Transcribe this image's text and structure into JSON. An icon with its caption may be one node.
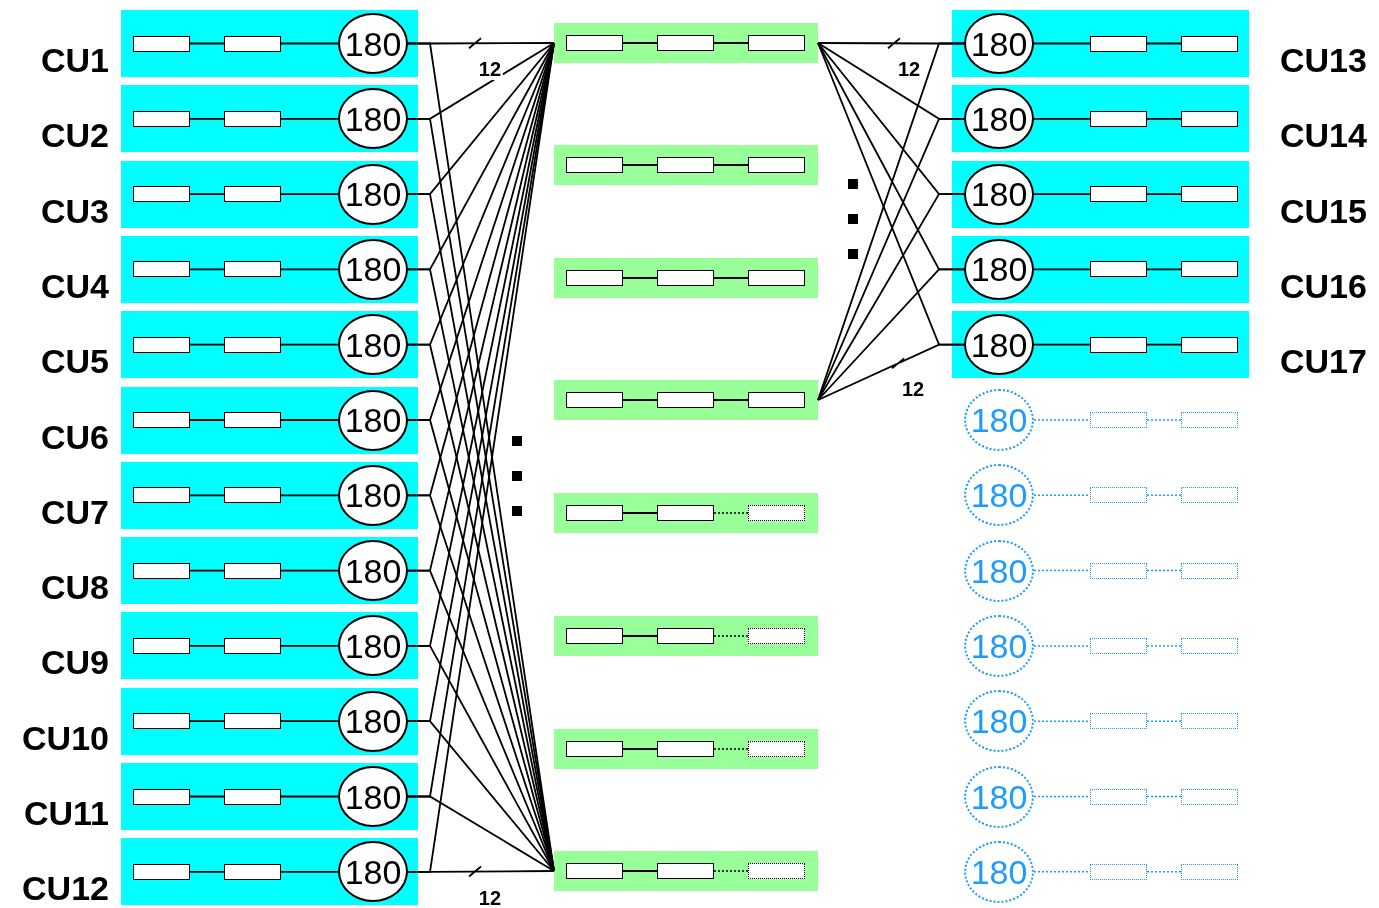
{
  "diagram": {
    "nodes": [
      {
        "text": [
          "CU1"
        ]
      },
      {
        "text": [],
        "shape": "box",
        "in": 0
      },
      {
        "text": [],
        "shape": "box",
        "in": 0
      },
      {
        "text": [
          "180"
        ],
        "in": 0
      },
      {
        "text": [
          "CU2"
        ]
      },
      {
        "text": [],
        "shape": "box",
        "in": 4
      },
      {
        "text": [],
        "shape": "box",
        "in": 4
      },
      {
        "text": [
          "180"
        ],
        "in": 4
      },
      {
        "text": [
          "CU3"
        ]
      },
      {
        "text": [],
        "shape": "box",
        "in": 8
      },
      {
        "text": [],
        "shape": "box",
        "in": 8
      },
      {
        "text": [
          "180"
        ],
        "in": 8
      },
      {
        "text": [
          "CU4"
        ]
      },
      {
        "text": [],
        "shape": "box",
        "in": 12
      },
      {
        "text": [],
        "shape": "box",
        "in": 12
      },
      {
        "text": [
          "180"
        ],
        "in": 12
      },
      {
        "text": [
          "CU5"
        ]
      },
      {
        "text": [],
        "shape": "box",
        "in": 16
      },
      {
        "text": [],
        "shape": "box",
        "in": 16
      },
      {
        "text": [
          "180"
        ],
        "in": 16
      },
      {
        "text": [
          "CU6"
        ]
      },
      {
        "text": [],
        "shape": "box",
        "in": 20
      },
      {
        "text": [],
        "shape": "box",
        "in": 20
      },
      {
        "text": [
          "180"
        ],
        "in": 20
      },
      {
        "text": [
          "CU7"
        ]
      },
      {
        "text": [],
        "shape": "box",
        "in": 24
      },
      {
        "text": [],
        "shape": "box",
        "in": 24
      },
      {
        "text": [
          "180"
        ],
        "in": 24
      },
      {
        "text": [
          "CU8"
        ]
      },
      {
        "text": [],
        "shape": "box",
        "in": 28
      },
      {
        "text": [],
        "shape": "box",
        "in": 28
      },
      {
        "text": [
          "180"
        ],
        "in": 28
      },
      {
        "text": [
          "CU9"
        ]
      },
      {
        "text": [],
        "shape": "box",
        "in": 32
      },
      {
        "text": [],
        "shape": "box",
        "in": 32
      },
      {
        "text": [
          "180"
        ],
        "in": 32
      },
      {
        "text": [
          "CU10"
        ]
      },
      {
        "text": [],
        "shape": "box",
        "in": 36
      },
      {
        "text": [],
        "shape": "box",
        "in": 36
      },
      {
        "text": [
          "180"
        ],
        "in": 36
      },
      {
        "text": [
          "CU11"
        ]
      },
      {
        "text": [],
        "shape": "box",
        "in": 40
      },
      {
        "text": [],
        "shape": "box",
        "in": 40
      },
      {
        "text": [
          "180"
        ],
        "in": 40
      },
      {
        "text": [
          "CU12"
        ]
      },
      {
        "text": [],
        "shape": "box",
        "in": 44
      },
      {
        "text": [],
        "shape": "box",
        "in": 44
      },
      {
        "text": [
          "180"
        ],
        "in": 44
      },
      {
        "text": [],
        "shape": "box"
      },
      {
        "text": [],
        "shape": "box",
        "in": 48
      },
      {
        "text": [],
        "shape": "box",
        "in": 48
      },
      {
        "text": [],
        "shape": "box",
        "in": 48
      },
      {
        "text": [],
        "shape": "box"
      },
      {
        "text": [],
        "shape": "box",
        "in": 52
      },
      {
        "text": [],
        "shape": "box",
        "in": 52
      },
      {
        "text": [],
        "shape": "box",
        "in": 52
      },
      {
        "text": [],
        "shape": "box"
      },
      {
        "text": [],
        "shape": "box",
        "in": 56
      },
      {
        "text": [],
        "shape": "box",
        "in": 56
      },
      {
        "text": [],
        "shape": "box",
        "in": 56
      },
      {
        "text": [],
        "shape": "box"
      },
      {
        "text": [],
        "shape": "box",
        "in": 60
      },
      {
        "text": [],
        "shape": "box",
        "in": 60
      },
      {
        "text": [],
        "shape": "box",
        "in": 60
      },
      {
        "text": [],
        "shape": "box"
      },
      {
        "text": [],
        "shape": "box",
        "in": 64
      },
      {
        "text": [],
        "shape": "box",
        "in": 64
      },
      {
        "text": [],
        "shape": "box",
        "in": 64
      },
      {
        "text": [],
        "shape": "box"
      },
      {
        "text": [],
        "shape": "box",
        "in": 68
      },
      {
        "text": [],
        "shape": "box",
        "in": 68
      },
      {
        "text": [],
        "shape": "box",
        "in": 68
      },
      {
        "text": [],
        "shape": "box"
      },
      {
        "text": [],
        "shape": "box",
        "in": 72
      },
      {
        "text": [],
        "shape": "box",
        "in": 72
      },
      {
        "text": [],
        "shape": "box",
        "in": 72
      },
      {
        "text": [],
        "shape": "box"
      },
      {
        "text": [],
        "shape": "box",
        "in": 76
      },
      {
        "text": [],
        "shape": "box",
        "in": 76
      },
      {
        "text": [],
        "shape": "box",
        "in": 76
      },
      {
        "text": [
          "CU13"
        ]
      },
      {
        "text": [
          "180"
        ],
        "in": 80
      },
      {
        "text": [],
        "shape": "box",
        "in": 80
      },
      {
        "text": [],
        "shape": "box",
        "in": 80
      },
      {
        "text": [
          "CU14"
        ]
      },
      {
        "text": [
          "180"
        ],
        "in": 84
      },
      {
        "text": [],
        "shape": "box",
        "in": 84
      },
      {
        "text": [],
        "shape": "box",
        "in": 84
      },
      {
        "text": [
          "CU15"
        ]
      },
      {
        "text": [
          "180"
        ],
        "in": 88
      },
      {
        "text": [],
        "shape": "box",
        "in": 88
      },
      {
        "text": [],
        "shape": "box",
        "in": 88
      },
      {
        "text": [
          "CU16"
        ]
      },
      {
        "text": [
          "180"
        ],
        "in": 92
      },
      {
        "text": [],
        "shape": "box",
        "in": 92
      },
      {
        "text": [],
        "shape": "box",
        "in": 92
      },
      {
        "text": [
          "CU17"
        ]
      },
      {
        "text": [
          "180"
        ],
        "in": 96
      },
      {
        "text": [],
        "shape": "box",
        "in": 96
      },
      {
        "text": [],
        "shape": "box",
        "in": 96
      },
      {
        "text": [
          "180"
        ]
      },
      {
        "text": [],
        "shape": "box"
      },
      {
        "text": [],
        "shape": "box"
      },
      {
        "text": [
          "180"
        ]
      },
      {
        "text": [],
        "shape": "box"
      },
      {
        "text": [],
        "shape": "box"
      },
      {
        "text": [
          "180"
        ]
      },
      {
        "text": [],
        "shape": "box"
      },
      {
        "text": [],
        "shape": "box"
      },
      {
        "text": [
          "180"
        ]
      },
      {
        "text": [],
        "shape": "box"
      },
      {
        "text": [],
        "shape": "box"
      },
      {
        "text": [
          "180"
        ]
      },
      {
        "text": [],
        "shape": "box"
      },
      {
        "text": [],
        "shape": "box"
      },
      {
        "text": [
          "180"
        ]
      },
      {
        "text": [],
        "shape": "box"
      },
      {
        "text": [],
        "shape": "box"
      },
      {
        "text": [
          "180"
        ]
      },
      {
        "text": [],
        "shape": "box"
      },
      {
        "text": [],
        "shape": "box"
      }
    ],
    "edges": [
      {
        "from": 1,
        "to": 2,
        "arrow": "none"
      },
      {
        "from": 2,
        "to": 3,
        "arrow": "none"
      },
      {
        "from": 5,
        "to": 6,
        "arrow": "none"
      },
      {
        "from": 6,
        "to": 7,
        "arrow": "none"
      },
      {
        "from": 9,
        "to": 10,
        "arrow": "none"
      },
      {
        "from": 10,
        "to": 11,
        "arrow": "none"
      },
      {
        "from": 13,
        "to": 14,
        "arrow": "none"
      },
      {
        "from": 14,
        "to": 15,
        "arrow": "none"
      },
      {
        "from": 17,
        "to": 18,
        "arrow": "none"
      },
      {
        "from": 18,
        "to": 19,
        "arrow": "none"
      },
      {
        "from": 21,
        "to": 22,
        "arrow": "none"
      },
      {
        "from": 22,
        "to": 23,
        "arrow": "none"
      },
      {
        "from": 25,
        "to": 26,
        "arrow": "none"
      },
      {
        "from": 26,
        "to": 27,
        "arrow": "none"
      },
      {
        "from": 29,
        "to": 30,
        "arrow": "none"
      },
      {
        "from": 30,
        "to": 31,
        "arrow": "none"
      },
      {
        "from": 33,
        "to": 34,
        "arrow": "none"
      },
      {
        "from": 34,
        "to": 35,
        "arrow": "none"
      },
      {
        "from": 37,
        "to": 38,
        "arrow": "none"
      },
      {
        "from": 38,
        "to": 39,
        "arrow": "none"
      },
      {
        "from": 41,
        "to": 42,
        "arrow": "none"
      },
      {
        "from": 42,
        "to": 43,
        "arrow": "none"
      },
      {
        "from": 45,
        "to": 46,
        "arrow": "none"
      },
      {
        "from": 46,
        "to": 47,
        "arrow": "none"
      },
      {
        "from": 49,
        "to": 50,
        "arrow": "none"
      },
      {
        "from": 50,
        "to": 51,
        "arrow": "none"
      },
      {
        "from": 53,
        "to": 54,
        "arrow": "none"
      },
      {
        "from": 54,
        "to": 55,
        "arrow": "none"
      },
      {
        "from": 57,
        "to": 58,
        "arrow": "none"
      },
      {
        "from": 58,
        "to": 59,
        "arrow": "none"
      },
      {
        "from": 61,
        "to": 62,
        "arrow": "none"
      },
      {
        "from": 62,
        "to": 63,
        "arrow": "none"
      },
      {
        "from": 65,
        "to": 66,
        "arrow": "none"
      },
      {
        "from": 66,
        "to": 67,
        "arrow": "none",
        "style": "dashed"
      },
      {
        "from": 69,
        "to": 70,
        "arrow": "none"
      },
      {
        "from": 70,
        "to": 71,
        "arrow": "none",
        "style": "dashed"
      },
      {
        "from": 73,
        "to": 74,
        "arrow": "none"
      },
      {
        "from": 74,
        "to": 75,
        "arrow": "none",
        "style": "dashed"
      },
      {
        "from": 77,
        "to": 78,
        "arrow": "none"
      },
      {
        "from": 78,
        "to": 79,
        "arrow": "none",
        "style": "dashed"
      },
      {
        "from": 81,
        "to": 82,
        "arrow": "none"
      },
      {
        "from": 82,
        "to": 83,
        "arrow": "none"
      },
      {
        "from": 85,
        "to": 86,
        "arrow": "none"
      },
      {
        "from": 86,
        "to": 87,
        "arrow": "none"
      },
      {
        "from": 89,
        "to": 90,
        "arrow": "none"
      },
      {
        "from": 90,
        "to": 91,
        "arrow": "none"
      },
      {
        "from": 93,
        "to": 94,
        "arrow": "none"
      },
      {
        "from": 94,
        "to": 95,
        "arrow": "none"
      },
      {
        "from": 97,
        "to": 98,
        "arrow": "none"
      },
      {
        "from": 98,
        "to": 99,
        "arrow": "none"
      },
      {
        "from": 100,
        "to": 101,
        "arrow": "none",
        "style": "dashed",
        "color": "#1e9bff"
      },
      {
        "from": 101,
        "to": 102,
        "arrow": "none",
        "style": "dashed",
        "color": "#1e9bff"
      },
      {
        "from": 103,
        "to": 104,
        "arrow": "none",
        "style": "dashed",
        "color": "#1e9bff"
      },
      {
        "from": 104,
        "to": 105,
        "arrow": "none",
        "style": "dashed",
        "color": "#1e9bff"
      },
      {
        "from": 106,
        "to": 107,
        "arrow": "none",
        "style": "dashed",
        "color": "#1e9bff"
      },
      {
        "from": 107,
        "to": 108,
        "arrow": "none",
        "style": "dashed",
        "color": "#1e9bff"
      },
      {
        "from": 109,
        "to": 110,
        "arrow": "none",
        "style": "dashed",
        "color": "#1e9bff"
      },
      {
        "from": 110,
        "to": 111,
        "arrow": "none",
        "style": "dashed",
        "color": "#1e9bff"
      },
      {
        "from": 112,
        "to": 113,
        "arrow": "none",
        "style": "dashed",
        "color": "#1e9bff"
      },
      {
        "from": 113,
        "to": 114,
        "arrow": "none",
        "style": "dashed",
        "color": "#1e9bff"
      },
      {
        "from": 115,
        "to": 116,
        "arrow": "none",
        "style": "dashed",
        "color": "#1e9bff"
      },
      {
        "from": 116,
        "to": 117,
        "arrow": "none",
        "style": "dashed",
        "color": "#1e9bff"
      },
      {
        "from": 118,
        "to": 119,
        "arrow": "none",
        "style": "dashed",
        "color": "#1e9bff"
      },
      {
        "from": 119,
        "to": 120,
        "arrow": "none",
        "style": "dashed",
        "color": "#1e9bff"
      },
      {
        "from": 3,
        "to": 48,
        "arrow": "none",
        "label": "12"
      },
      {
        "from": 3,
        "to": 76,
        "arrow": "none"
      },
      {
        "from": 7,
        "to": 48,
        "arrow": "none"
      },
      {
        "from": 7,
        "to": 76,
        "arrow": "none"
      },
      {
        "from": 11,
        "to": 48,
        "arrow": "none"
      },
      {
        "from": 11,
        "to": 76,
        "arrow": "none"
      },
      {
        "from": 15,
        "to": 48,
        "arrow": "none"
      },
      {
        "from": 15,
        "to": 76,
        "arrow": "none"
      },
      {
        "from": 19,
        "to": 48,
        "arrow": "none"
      },
      {
        "from": 19,
        "to": 76,
        "arrow": "none"
      },
      {
        "from": 23,
        "to": 48,
        "arrow": "none"
      },
      {
        "from": 23,
        "to": 76,
        "arrow": "none"
      },
      {
        "from": 27,
        "to": 48,
        "arrow": "none"
      },
      {
        "from": 27,
        "to": 76,
        "arrow": "none"
      },
      {
        "from": 31,
        "to": 48,
        "arrow": "none"
      },
      {
        "from": 31,
        "to": 76,
        "arrow": "none"
      },
      {
        "from": 35,
        "to": 48,
        "arrow": "none"
      },
      {
        "from": 35,
        "to": 76,
        "arrow": "none"
      },
      {
        "from": 39,
        "to": 48,
        "arrow": "none"
      },
      {
        "from": 39,
        "to": 76,
        "arrow": "none"
      },
      {
        "from": 43,
        "to": 48,
        "arrow": "none"
      },
      {
        "from": 43,
        "to": 76,
        "arrow": "none"
      },
      {
        "from": 47,
        "to": 48,
        "arrow": "none"
      },
      {
        "from": 47,
        "to": 76,
        "arrow": "none",
        "label": "12"
      },
      {
        "from": 48,
        "to": 81,
        "arrow": "none",
        "label": "12"
      },
      {
        "from": 48,
        "to": 85,
        "arrow": "none"
      },
      {
        "from": 48,
        "to": 89,
        "arrow": "none"
      },
      {
        "from": 48,
        "to": 93,
        "arrow": "none"
      },
      {
        "from": 48,
        "to": 97,
        "arrow": "none"
      },
      {
        "from": 60,
        "to": 81,
        "arrow": "none"
      },
      {
        "from": 60,
        "to": 85,
        "arrow": "none"
      },
      {
        "from": 60,
        "to": 89,
        "arrow": "none"
      },
      {
        "from": 60,
        "to": 93,
        "arrow": "none"
      },
      {
        "from": 60,
        "to": 97,
        "arrow": "none",
        "label": "12"
      }
    ]
  }
}
